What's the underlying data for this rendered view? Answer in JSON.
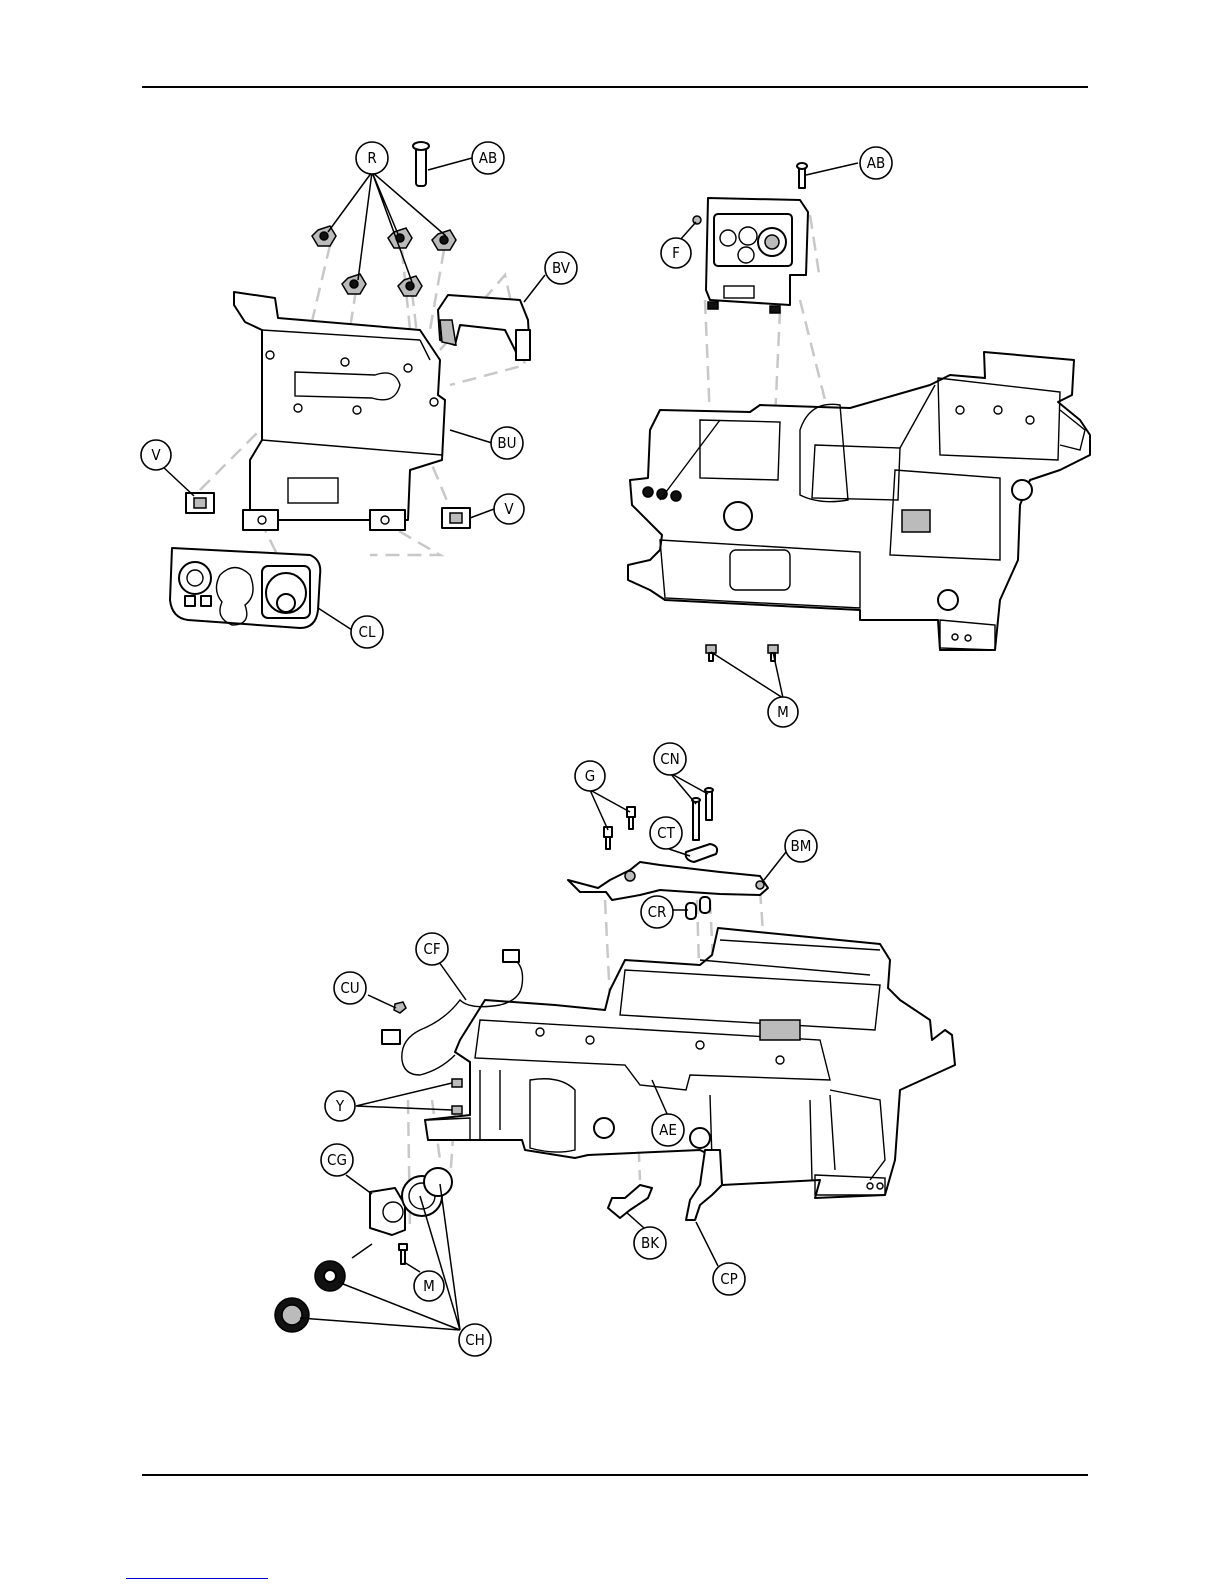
{
  "callouts": {
    "r": "R",
    "ab_left": "AB",
    "bv": "BV",
    "bu": "BU",
    "v_left": "V",
    "v_right": "V",
    "cl": "CL",
    "ab_right": "AB",
    "f": "F",
    "m_top": "M",
    "g": "G",
    "cn": "CN",
    "ct": "CT",
    "bm": "BM",
    "cr": "CR",
    "cf": "CF",
    "cu": "CU",
    "y": "Y",
    "ae": "AE",
    "cg": "CG",
    "bk": "BK",
    "cp": "CP",
    "m_bottom": "M",
    "ch": "CH"
  }
}
